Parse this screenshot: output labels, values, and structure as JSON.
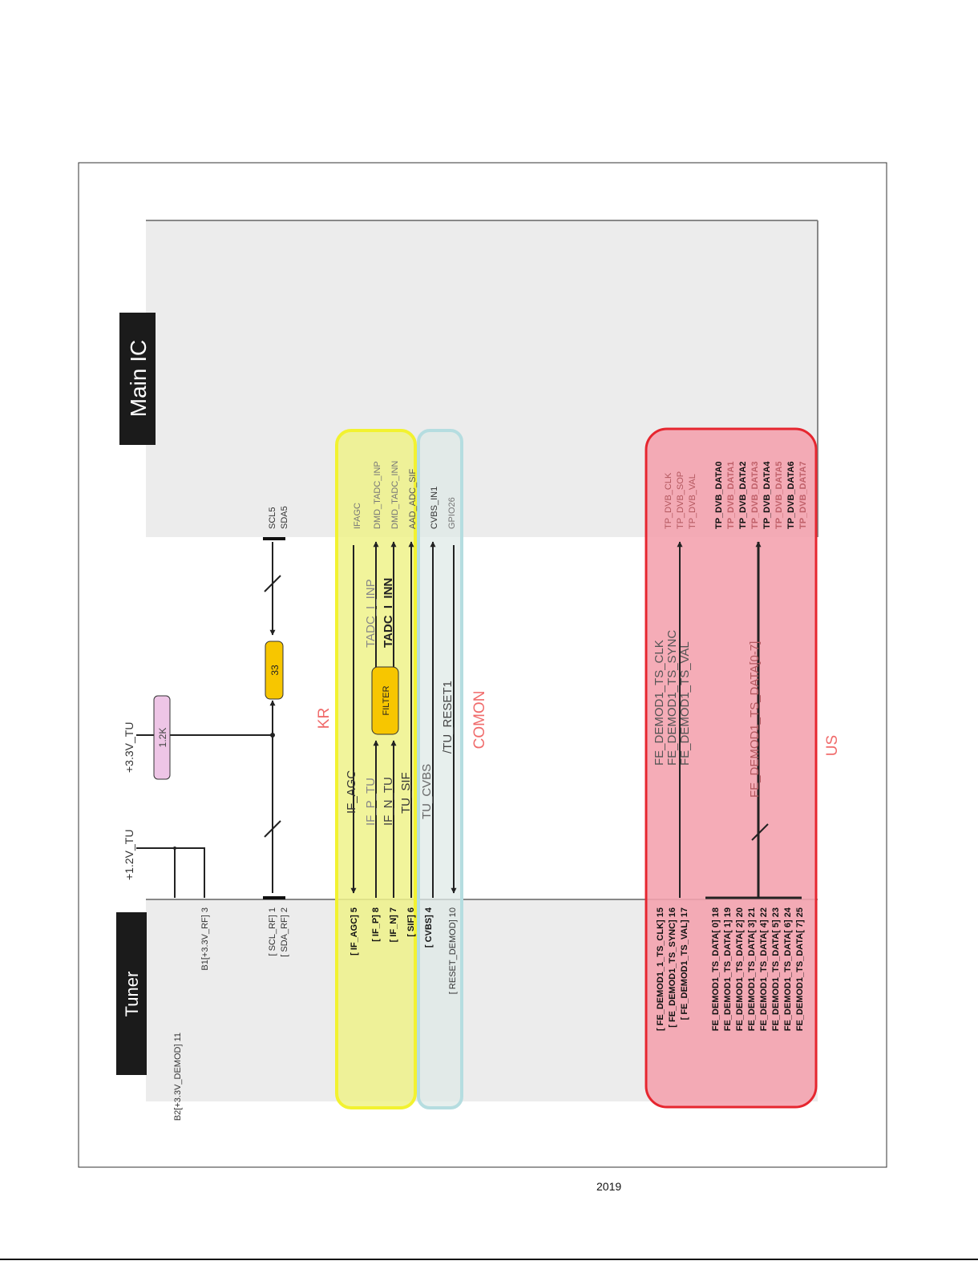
{
  "blocks": {
    "main_ic": "Main IC",
    "tuner": "Tuner",
    "filter": "FILTER",
    "resistor_33": "33",
    "resistor_1_2k": "1.2K"
  },
  "regions": {
    "kr": "KR",
    "comon": "COMON",
    "us": "US"
  },
  "power": {
    "rail_1_2v": "+1.2V_TU",
    "rail_3_3v": "+3.3V_TU"
  },
  "tuner_pins": {
    "demod_3v3": "B2[+3.3V_DEMOD] 11",
    "rf_3v3": "B1[+3.3V_RF] 3",
    "scl_rf": "[ SCL_RF] 1",
    "sda_rf": "[ SDA_RF] 2",
    "if_agc": "[ IF_AGC] 5",
    "if_p": "[ IF_P] 8",
    "if_n": "[ IF_N] 7",
    "sif": "[ SIF] 6",
    "cvbs": "[ CVBS] 4",
    "reset_demod": "[ RESET_DEMOD] 10",
    "ts_clk": "[ FE_DEMOD1_1_TS_CLK] 15",
    "ts_sync": "[ FE_DEMOD1_TS_SYNC] 16",
    "ts_val": "[ FE_DEMOD1_TS_VAL] 17",
    "ts_data": [
      "FE_DEMOD1_TS_DATA[ 0] 18",
      "FE_DEMOD1_TS_DATA[ 1] 19",
      "FE_DEMOD1_TS_DATA[ 2] 20",
      "FE_DEMOD1_TS_DATA[ 3] 21",
      "FE_DEMOD1_TS_DATA[ 4] 22",
      "FE_DEMOD1_TS_DATA[ 5] 23",
      "FE_DEMOD1_TS_DATA[ 6] 24",
      "FE_DEMOD1_TS_DATA[ 7] 25"
    ]
  },
  "main_pins": {
    "scl5": "SCL5",
    "sda5": "SDA5",
    "ifagc": "IFAGC",
    "tadc_inp": "DMD_TADC_INP",
    "tadc_inn": "DMD_TADC_INN",
    "aad_sif": "AAD_ADC_SIF",
    "cvbs_in1": "CVBS_IN1",
    "gpio26": "GPIO26",
    "tp_clk": "TP_DVB_CLK",
    "tp_sop": "TP_DVB_SOP",
    "tp_val": "TP_DVB_VAL",
    "tp_data": [
      "TP_DVB_DATA0",
      "TP_DVB_DATA1",
      "TP_DVB_DATA2",
      "TP_DVB_DATA3",
      "TP_DVB_DATA4",
      "TP_DVB_DATA5",
      "TP_DVB_DATA6",
      "TP_DVB_DATA7"
    ]
  },
  "nets": {
    "if_agc": "IF_AGC",
    "if_p_tu": "IF_P_TU",
    "if_n_tu": "IF_N_TU",
    "tu_sif": "TU_SIF",
    "tadc_i_inp": "TADC_I_INP",
    "tadc_i_inn": "TADC_I_INN",
    "tu_cvbs": "TU_CVBS",
    "tu_reset1": "/TU_RESET1",
    "ts_clk": "FE_DEMOD1_TS_CLK",
    "ts_sync": "FE_DEMOD1_TS_SYNC",
    "ts_val": "FE_DEMOD1_TS_VAL",
    "ts_data": "FE_DEMOD1_TS_DATA[0-7]"
  },
  "footer": {
    "year": "2019"
  },
  "colors": {
    "kr_fill": "#eff28a",
    "kr_stroke": "#f2f230",
    "comon_fill": "#dfe9e7",
    "comon_stroke": "#b5dde0",
    "us_fill": "#f4a0ad",
    "us_stroke": "#e6262f",
    "region_label": "#f06b6b",
    "block_bg": "#ececec",
    "orange": "#f7c600",
    "pink": "#eec5e6"
  }
}
